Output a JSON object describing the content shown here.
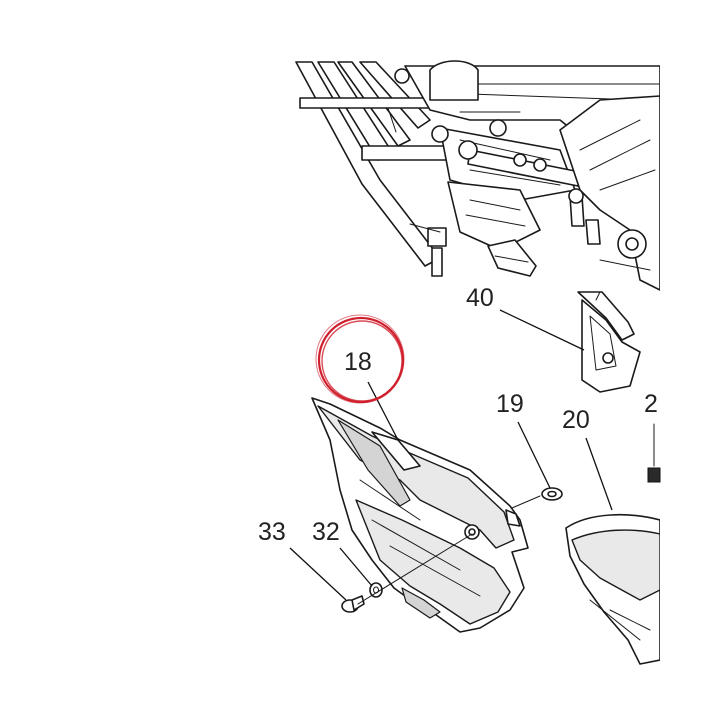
{
  "diagram": {
    "callouts": [
      {
        "id": "c40",
        "label": "40"
      },
      {
        "id": "c18",
        "label": "18"
      },
      {
        "id": "c19",
        "label": "19"
      },
      {
        "id": "c20",
        "label": "20"
      },
      {
        "id": "c2x",
        "label": "2"
      },
      {
        "id": "c33",
        "label": "33"
      },
      {
        "id": "c32",
        "label": "32"
      }
    ],
    "highlight_color": "#d0202e",
    "line_color": "#1a1a1a"
  }
}
